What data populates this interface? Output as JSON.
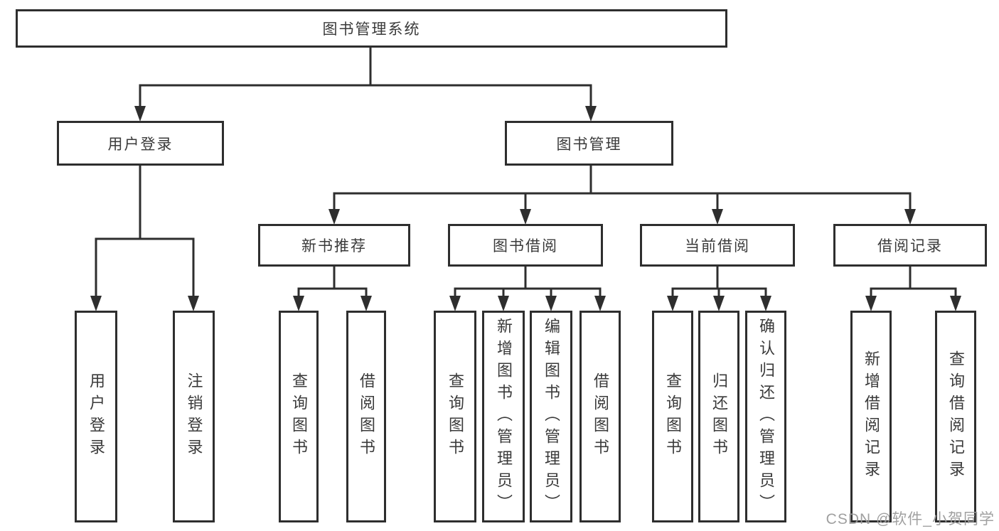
{
  "diagram": {
    "root": {
      "label": "图书管理系统"
    },
    "user_login": {
      "label": "用户登录",
      "children": [
        {
          "label": "用户登录"
        },
        {
          "label": "注销登录"
        }
      ]
    },
    "book_mgmt": {
      "label": "图书管理",
      "sections": [
        {
          "label": "新书推荐",
          "children": [
            {
              "label": "查询图书"
            },
            {
              "label": "借阅图书"
            }
          ]
        },
        {
          "label": "图书借阅",
          "children": [
            {
              "label": "查询图书"
            },
            {
              "label": "新增图书（管理员）"
            },
            {
              "label": "编辑图书（管理员）"
            },
            {
              "label": "借阅图书"
            }
          ]
        },
        {
          "label": "当前借阅",
          "children": [
            {
              "label": "查询图书"
            },
            {
              "label": "归还图书"
            },
            {
              "label": "确认归还（管理员）"
            }
          ]
        },
        {
          "label": "借阅记录",
          "children": [
            {
              "label": "新增借阅记录"
            },
            {
              "label": "查询借阅记录"
            }
          ]
        }
      ]
    }
  },
  "watermark": {
    "text": "CSDN @软件_小贺同学"
  },
  "colors": {
    "line": "#2e2e2e",
    "text": "#3a3a3a",
    "watermark": "#9b9b9b",
    "background": "#ffffff"
  }
}
